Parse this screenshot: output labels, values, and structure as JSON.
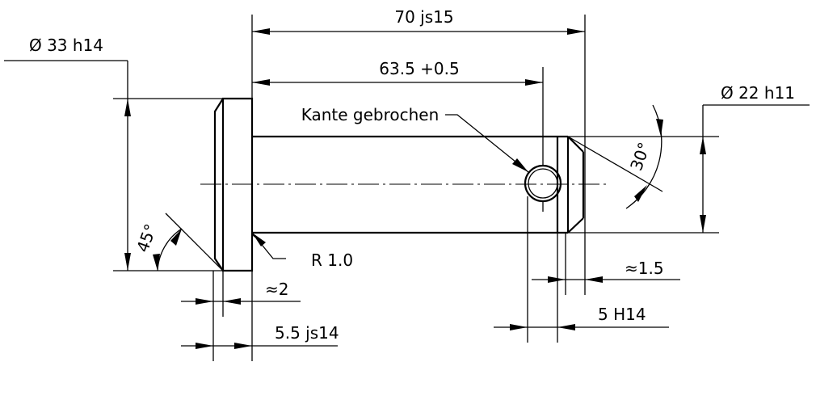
{
  "labels": {
    "overall_length": "70 js15",
    "hole_position": "63.5 +0.5",
    "head_diameter": "Ø 33 h14",
    "shaft_diameter": "Ø 22 h11",
    "edge_note": "Kante gebrochen",
    "fillet_radius": "R 1.0",
    "head_chamfer_angle": "45°",
    "end_chamfer_angle": "30°",
    "head_chamfer_length": "≈2",
    "head_thickness": "5.5 js14",
    "end_chamfer_length": "≈1.5",
    "hole_diameter": "5 H14"
  }
}
